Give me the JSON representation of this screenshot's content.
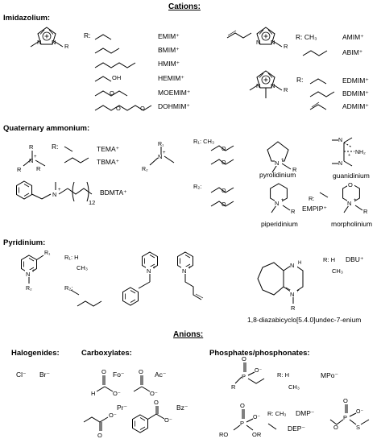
{
  "sections": {
    "cations_title": "Cations:",
    "imidazolium": "Imidazolium:",
    "quaternary_ammonium": "Quaternary ammonium:",
    "pyridinium": "Pyridinium:",
    "anions_title": "Anions:",
    "halogenides": "Halogenides:",
    "carboxylates": "Carboxylates:",
    "phosphates": "Phosphates/phosphonates:"
  },
  "imidazolium": {
    "r_label": "R:",
    "names": [
      "EMIM⁺",
      "BMIM⁺",
      "HMIM⁺",
      "HEMIM⁺",
      "MOEMIM⁺",
      "DOHMIM⁺"
    ],
    "allyl_r_label": "R: CH₃",
    "allyl_names": [
      "AMIM⁺",
      "ABIM⁺"
    ],
    "dm_r_label": "R:",
    "dm_names": [
      "EDMIM⁺",
      "BDMIM⁺",
      "ADMIM⁺"
    ]
  },
  "ammonium": {
    "r_label": "R:",
    "tema": "TEMA⁺",
    "tbma": "TBMA⁺",
    "r1_label": "R₁: CH₃",
    "r2_label": "R₂:",
    "bdmta": "BDMTA⁺",
    "sub12": "12",
    "pyrolidinium": "pyrolidinium",
    "guanidinium": "guanidinium",
    "piperidinium": "piperidinium",
    "morpholinium": "morpholinium",
    "empip_r": "R:",
    "empip": "EMPIP⁺"
  },
  "pyridinium": {
    "r1_label": "R₁: H",
    "ch3": "CH₃",
    "r2_label": "R₂:",
    "dbu_r": "R: H",
    "dbu": "DBU⁺",
    "dbu_ch3": "CH₃",
    "dbu_name": "1,8-diazabicyclo[5.4.0]undec-7-enium"
  },
  "anions": {
    "cl": "Cl⁻",
    "br": "Br⁻",
    "fo": "Fo⁻",
    "ac": "Ac⁻",
    "pr": "Pr⁻",
    "bz": "Bz⁻",
    "r_h": "R: H",
    "mpo": "MPo⁻",
    "mpo_ch3": "CH₃",
    "r_ch3": "R: CH₃",
    "dmp": "DMP⁻",
    "dep": "DEP⁻"
  }
}
